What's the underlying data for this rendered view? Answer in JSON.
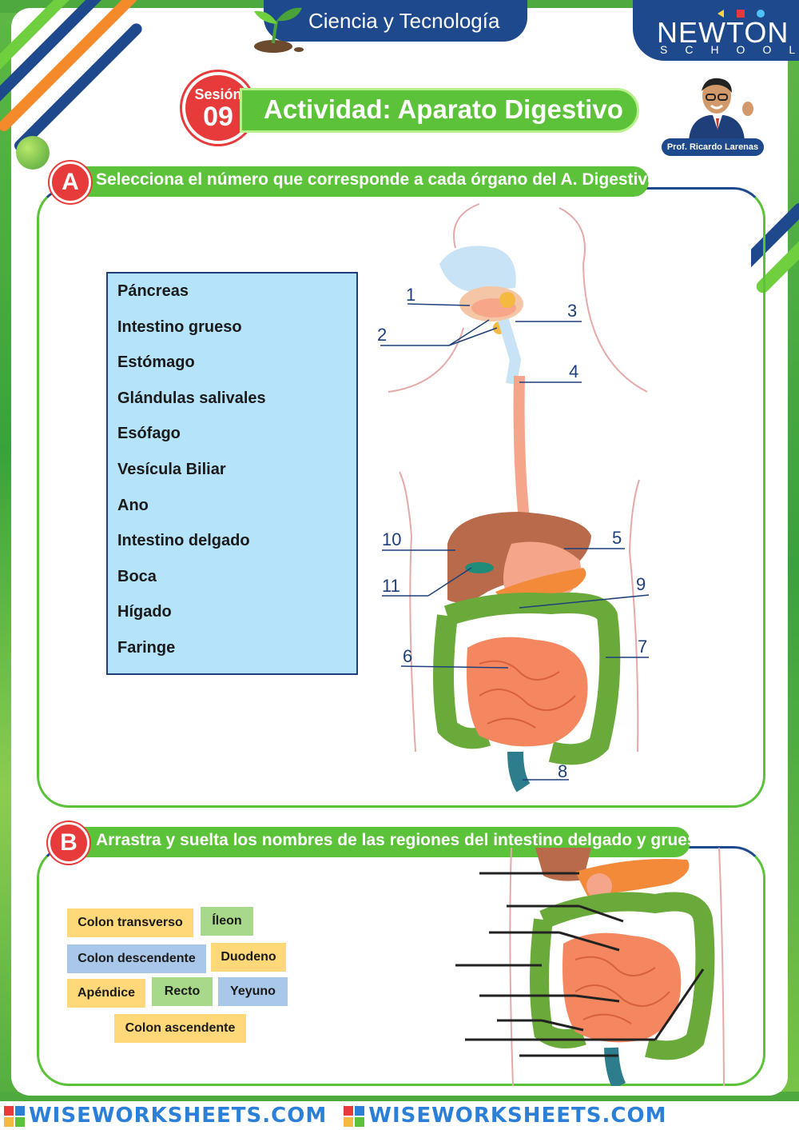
{
  "header": {
    "subject": "Ciencia y Tecnología",
    "logo_main": "NEWTON",
    "logo_sub": "SCHOOL",
    "session_label": "Sesión",
    "session_number": "09",
    "title": "Actividad: Aparato Digestivo",
    "teacher": "Prof. Ricardo Larenas"
  },
  "section_a": {
    "letter": "A",
    "instruction": "Selecciona el número que corresponde a cada órgano del A. Digestivo.",
    "words": [
      "Páncreas",
      "Intestino grueso",
      "Estómago",
      "Glándulas salivales",
      "Esófago",
      "Vesícula Biliar",
      "Ano",
      "Intestino delgado",
      "Boca",
      "Hígado",
      "Faringe"
    ],
    "labels": [
      "1",
      "2",
      "3",
      "4",
      "5",
      "6",
      "7",
      "8",
      "9",
      "10",
      "11"
    ]
  },
  "section_b": {
    "letter": "B",
    "instruction": "Arrastra y suelta los nombres de las regiones del intestino delgado y grueso.",
    "tiles": [
      {
        "text": "Colon transverso",
        "color": "#ffd87a"
      },
      {
        "text": "Íleon",
        "color": "#a8d88a"
      },
      {
        "text": "Colon descendente",
        "color": "#a9c7e8"
      },
      {
        "text": "Duodeno",
        "color": "#ffd87a"
      },
      {
        "text": "Apéndice",
        "color": "#ffd87a"
      },
      {
        "text": "Recto",
        "color": "#a8d88a"
      },
      {
        "text": "Yeyuno",
        "color": "#a9c7e8"
      },
      {
        "text": "Colon ascendente",
        "color": "#ffd87a"
      }
    ]
  },
  "watermark": "WISEWORKSHEETS.COM",
  "colors": {
    "brand_blue": "#1e4a8d",
    "green": "#5cc23a",
    "red": "#e73b3b"
  }
}
